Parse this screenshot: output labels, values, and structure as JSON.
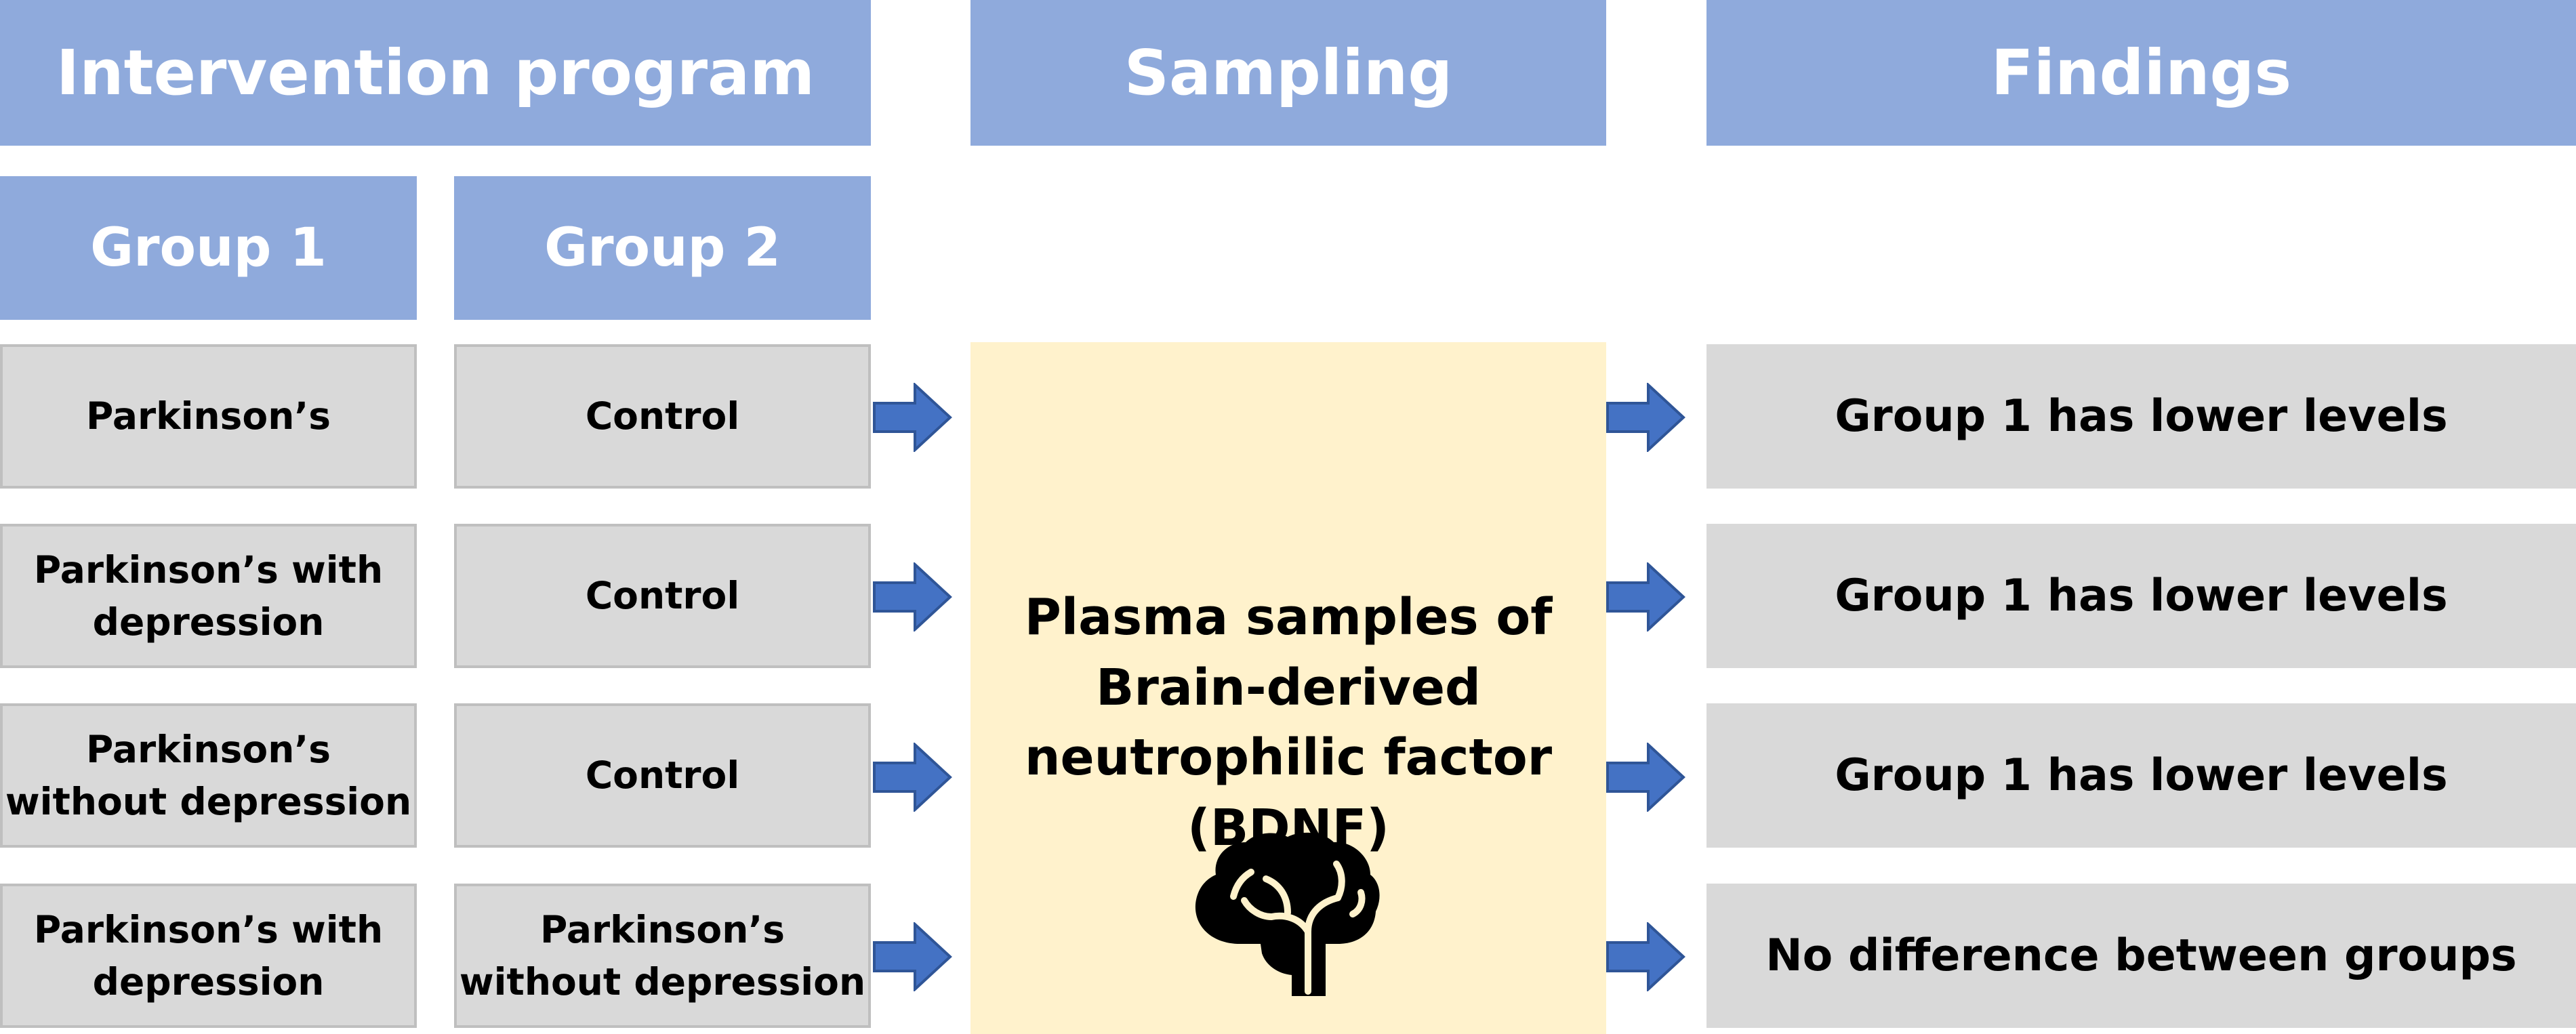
{
  "headers": {
    "intervention": "Intervention program",
    "sampling": "Sampling",
    "findings": "Findings",
    "group1": "Group 1",
    "group2": "Group 2"
  },
  "rows": [
    {
      "group1": "Parkinson’s",
      "group2": "Control",
      "finding": "Group 1 has lower levels"
    },
    {
      "group1": "Parkinson’s with depression",
      "group2": "Control",
      "finding": "Group 1 has lower levels"
    },
    {
      "group1": "Parkinson’s without depression",
      "group2": "Control",
      "finding": "Group 1 has lower levels"
    },
    {
      "group1": "Parkinson’s with depression",
      "group2": "Parkinson’s without depression",
      "finding": "No difference between groups"
    }
  ],
  "sampling_text": "Plasma samples of Brain-derived neutrophilic factor (BDNF)",
  "colors": {
    "header": "#8faadc",
    "cell": "#d9d9d9",
    "cell_border": "#bfbfbf",
    "sampling": "#fff2cc",
    "arrow": "#4472c4",
    "arrow_stroke": "#2f5597"
  },
  "icons": [
    "arrow-right-icon",
    "brain-icon"
  ]
}
